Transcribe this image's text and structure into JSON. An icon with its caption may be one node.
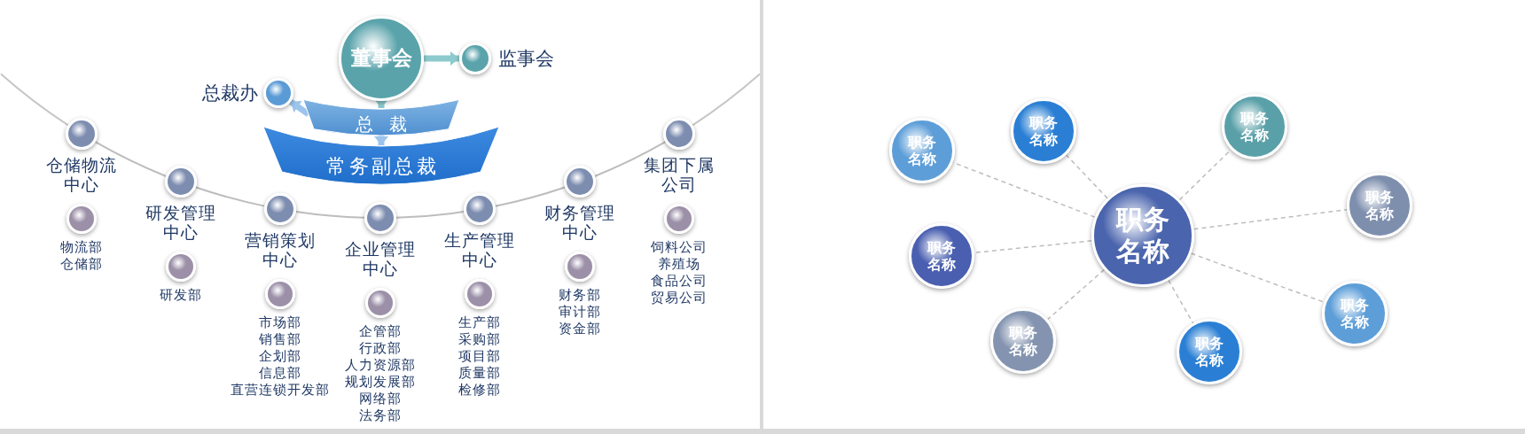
{
  "diagram": {
    "nodes": [
      {
        "text": [
          "董事会"
        ]
      },
      {
        "text": [
          "监事会"
        ]
      },
      {
        "text": [
          "总裁办"
        ]
      },
      {
        "text": [
          "总裁"
        ]
      },
      {
        "text": [
          "常务副总裁"
        ]
      },
      {
        "text": [
          "仓储物流中心"
        ]
      },
      {
        "text": [
          "研发管理中心"
        ]
      },
      {
        "text": [
          "营销策划中心"
        ]
      },
      {
        "text": [
          "企业管理中心"
        ]
      },
      {
        "text": [
          "生产管理中心"
        ]
      },
      {
        "text": [
          "财务管理中心"
        ]
      },
      {
        "text": [
          "集团下属公司"
        ]
      },
      {
        "text": [
          "物流部",
          "仓储部"
        ]
      },
      {
        "text": [
          "研发部"
        ]
      },
      {
        "text": [
          "市场部",
          "销售部",
          "企划部",
          "信息部",
          "直营连锁开发部"
        ]
      },
      {
        "text": [
          "企管部",
          "行政部",
          "人力资源部",
          "规划发展部",
          "网络部",
          "法务部"
        ]
      },
      {
        "text": [
          "生产部",
          "采购部",
          "项目部",
          "质量部",
          "检修部"
        ]
      },
      {
        "text": [
          "财务部",
          "审计部",
          "资金部"
        ]
      },
      {
        "text": [
          "饲料公司",
          "养殖场",
          "食品公司",
          "贸易公司"
        ]
      },
      {
        "text": [
          "职务名称"
        ]
      },
      {
        "text": [
          "职务名称"
        ]
      },
      {
        "text": [
          "职务名称"
        ]
      },
      {
        "text": [
          "职务名称"
        ]
      },
      {
        "text": [
          "职务名称"
        ]
      },
      {
        "text": [
          "职务名称"
        ]
      },
      {
        "text": [
          "职务名称"
        ]
      },
      {
        "text": [
          "职务名称"
        ]
      },
      {
        "text": [
          "职务名称"
        ]
      }
    ],
    "edges": [
      {
        "from": 0,
        "to": 1,
        "arrow": "to",
        "style": "thick",
        "color": "#8ccace"
      },
      {
        "from": 0,
        "to": 3,
        "arrow": "to",
        "style": "thick",
        "color": "#8ccace"
      },
      {
        "from": 3,
        "to": 2,
        "arrow": "to",
        "style": "thick",
        "color": "#9cc4ec"
      },
      {
        "from": 3,
        "to": 4,
        "arrow": "to",
        "style": "thick",
        "color": "#9cc4ec"
      },
      {
        "from": 5,
        "to": 6,
        "arrow": "none"
      },
      {
        "from": 6,
        "to": 7,
        "arrow": "none"
      },
      {
        "from": 7,
        "to": 8,
        "arrow": "none"
      },
      {
        "from": 8,
        "to": 9,
        "arrow": "none"
      },
      {
        "from": 9,
        "to": 10,
        "arrow": "none"
      },
      {
        "from": 10,
        "to": 11,
        "arrow": "none"
      },
      {
        "from": 19,
        "to": 20,
        "arrow": "none",
        "style": "dashed"
      },
      {
        "from": 19,
        "to": 21,
        "arrow": "none",
        "style": "dashed"
      },
      {
        "from": 19,
        "to": 22,
        "arrow": "none",
        "style": "dashed"
      },
      {
        "from": 19,
        "to": 23,
        "arrow": "none",
        "style": "dashed"
      },
      {
        "from": 19,
        "to": 24,
        "arrow": "none",
        "style": "dashed"
      },
      {
        "from": 19,
        "to": 25,
        "arrow": "none",
        "style": "dashed"
      },
      {
        "from": 19,
        "to": 26,
        "arrow": "none",
        "style": "dashed"
      },
      {
        "from": 19,
        "to": 27,
        "arrow": "none",
        "style": "dashed"
      }
    ]
  }
}
